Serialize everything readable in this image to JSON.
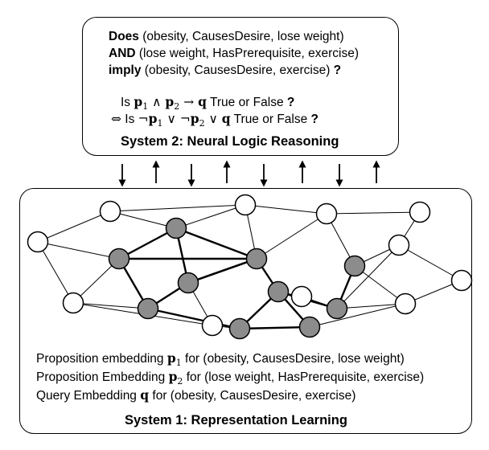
{
  "system2": {
    "line1_keyword": "Does",
    "line1_rest": " (obesity, CausesDesire, lose weight)",
    "line2_keyword": "AND",
    "line2_rest": " (lose weight, HasPrerequisite, exercise)",
    "line3_keyword": "imply",
    "line3_rest": " (obesity, CausesDesire, exercise) ",
    "line3_q": "?",
    "logic1": {
      "prefix": "Is ",
      "p1": "p",
      "sub1": "1",
      "and": " ∧ ",
      "p2": "p",
      "sub2": "2",
      "arrow": " → ",
      "q": "q",
      "suffix": " True or False ",
      "qmark": "?"
    },
    "logic2": {
      "equiv": "⇔",
      "prefix": " Is ",
      "neg1": "¬",
      "p1": "p",
      "sub1": "1",
      "or1": " ∨ ",
      "neg2": "¬",
      "p2": "p",
      "sub2": "2",
      "or2": " ∨ ",
      "q": "q",
      "suffix": " True or False ",
      "qmark": "?"
    },
    "title": "System 2: Neural Logic Reasoning"
  },
  "system1": {
    "emb1": {
      "prefix": "Proposition embedding ",
      "vec": "p",
      "sub": "1",
      "suffix": " for (obesity, CausesDesire, lose weight)"
    },
    "emb2": {
      "prefix": "Proposition Embedding ",
      "vec": "p",
      "sub": "2",
      "suffix": " for (lose weight, HasPrerequisite, exercise)"
    },
    "emb3": {
      "prefix": "Query Embedding ",
      "vec": "q",
      "suffix": " for (obesity, CausesDesire, exercise)"
    },
    "title": "System 1: Representation Learning"
  },
  "arrows": [
    "down",
    "up",
    "down",
    "up",
    "down",
    "up",
    "down",
    "up"
  ],
  "colors": {
    "filled_node": "#8c8c8c",
    "empty_node": "#ffffff",
    "stroke": "#000000"
  }
}
